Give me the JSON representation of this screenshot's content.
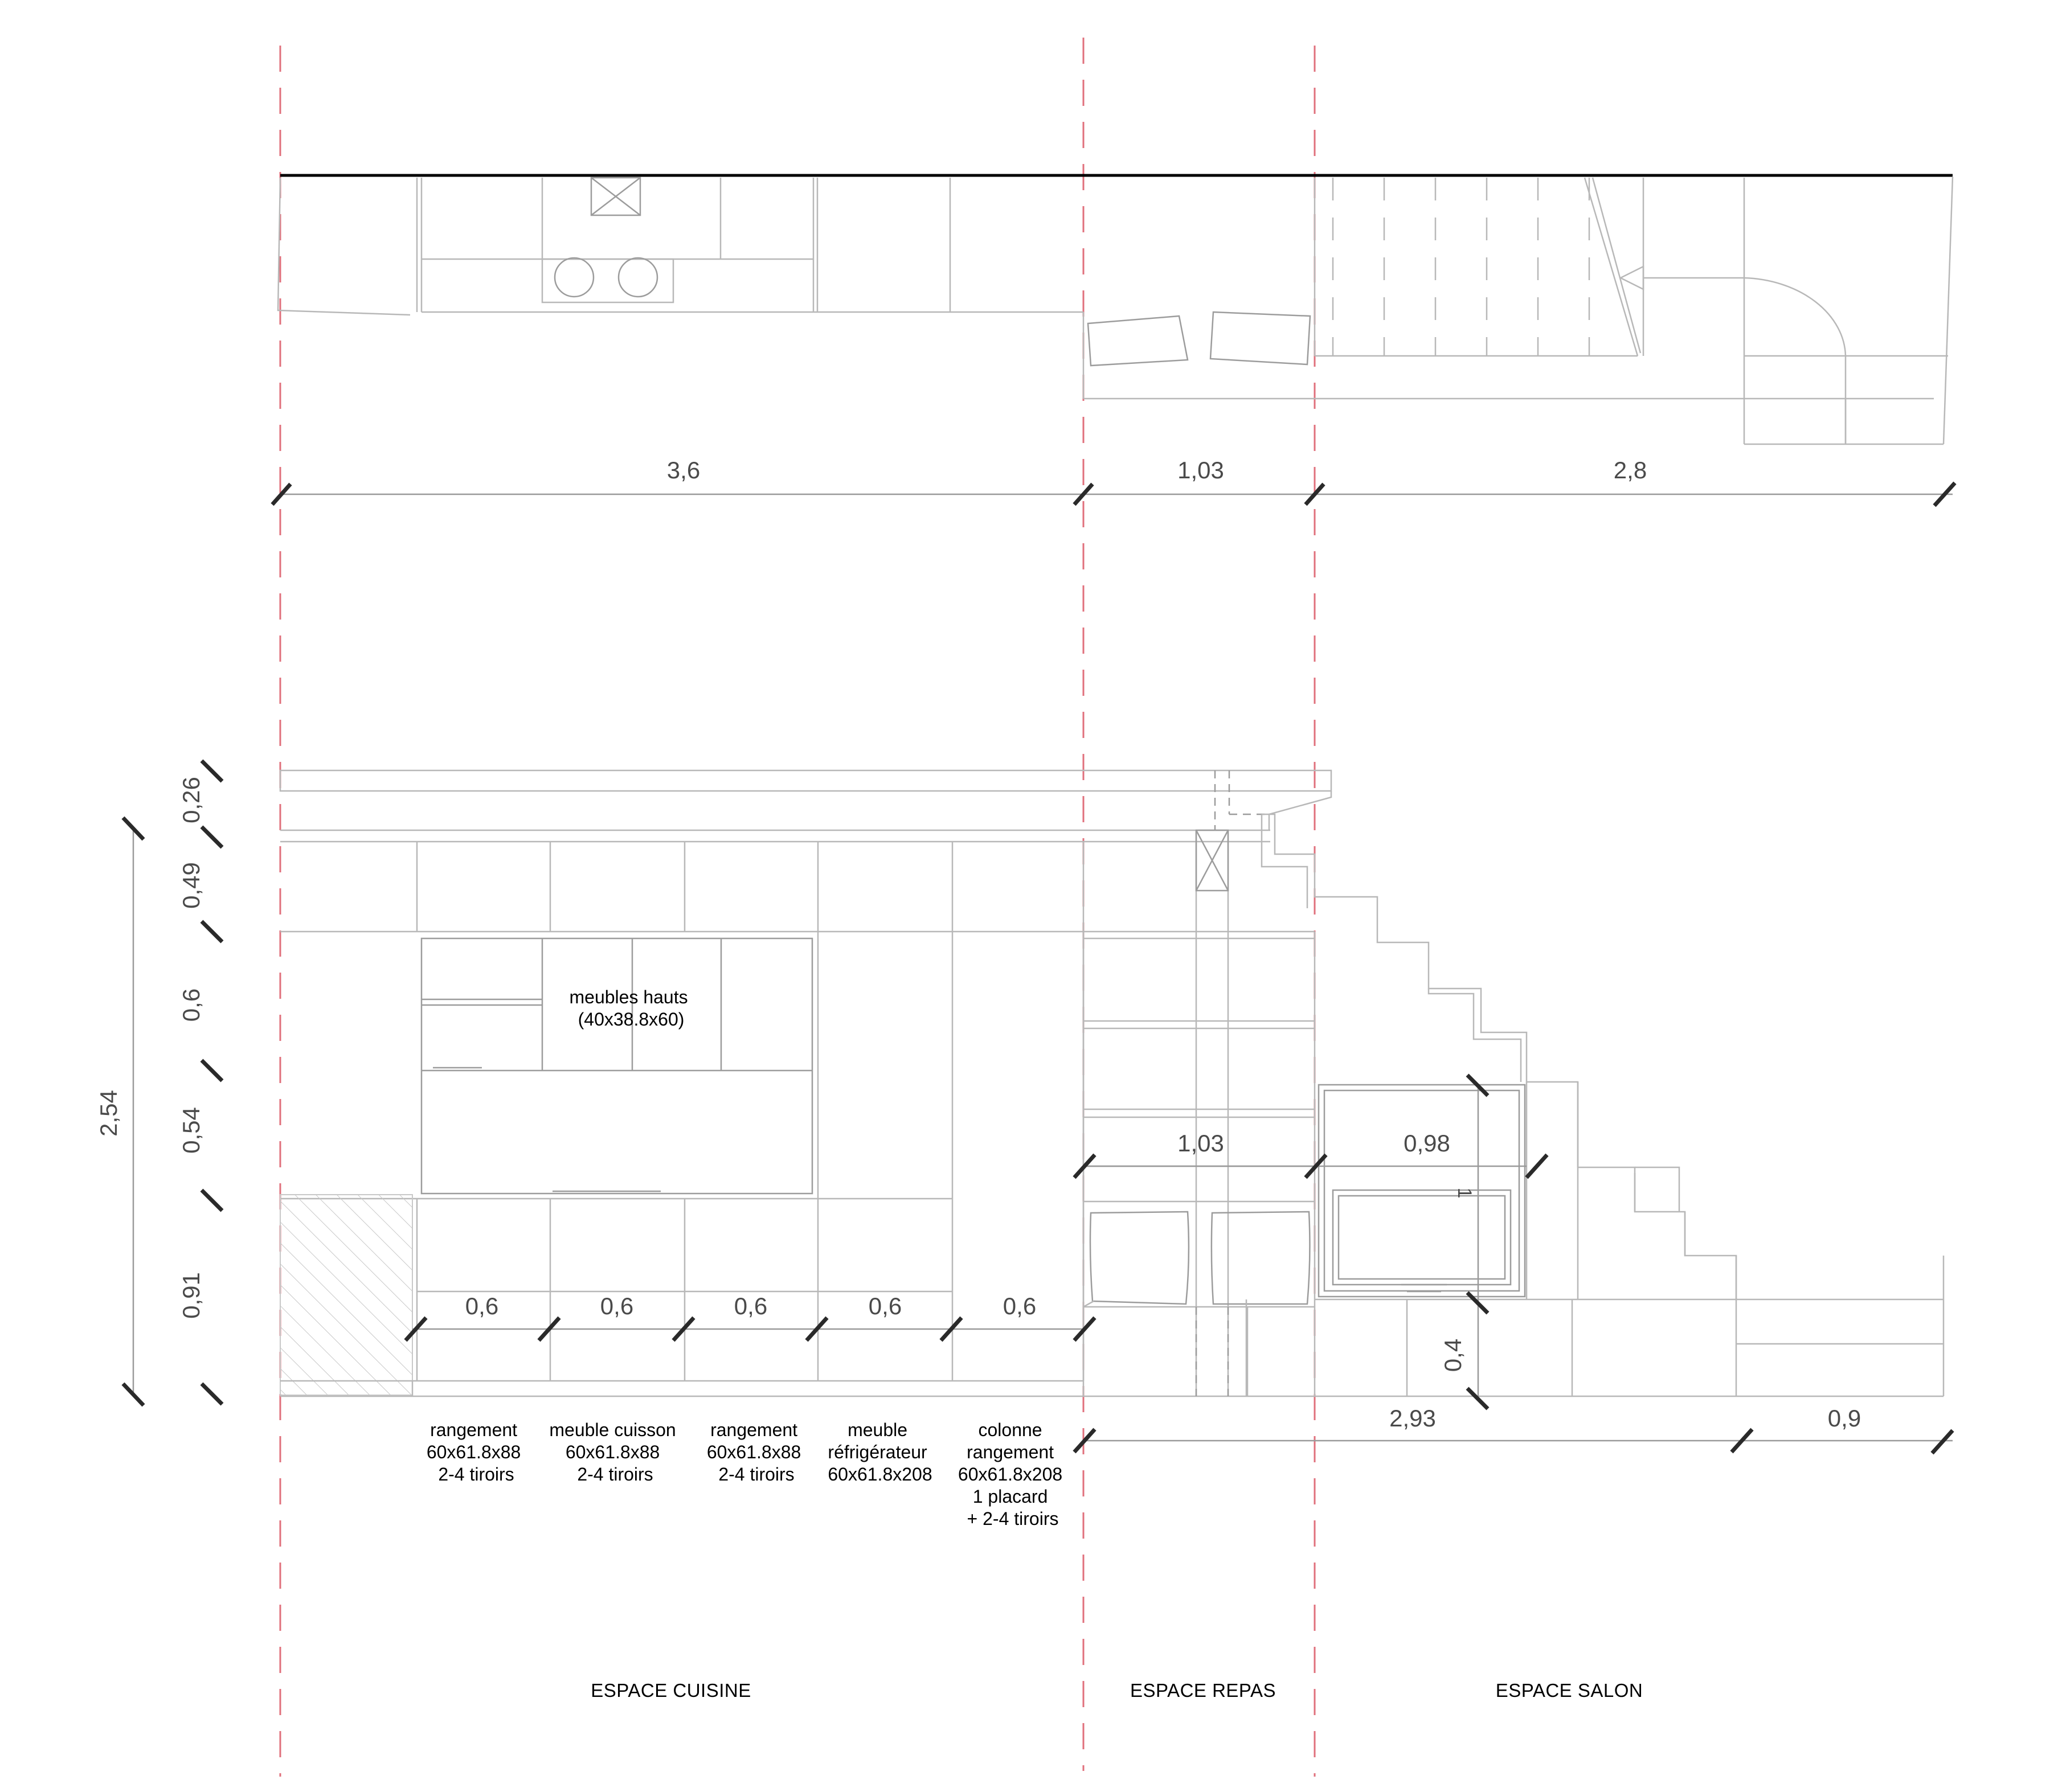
{
  "plan": {
    "dims": {
      "cuisine": "3,6",
      "repas": "1,03",
      "salon": "2,8"
    }
  },
  "elevation": {
    "vertical_dims": {
      "total": "2,54",
      "d1": "0,26",
      "d2": "0,49",
      "d3": "0,6",
      "d4": "0,54",
      "d5": "0,91"
    },
    "upper_cabinets": {
      "line1": "meubles hauts",
      "line2": "(40x38.8x60)"
    },
    "module_widths": [
      "0,6",
      "0,6",
      "0,6",
      "0,6",
      "0,6"
    ],
    "repas_width": "1,03",
    "salon_width": "0,98",
    "tv_label": "1",
    "step_height": "0,4",
    "salon_bottom_width": "2,93",
    "end_width": "0,9",
    "modules": [
      {
        "lines": [
          "rangement",
          "60x61.8x88",
          "2-4 tiroirs"
        ]
      },
      {
        "lines": [
          "meuble cuisson",
          "60x61.8x88",
          "2-4 tiroirs"
        ]
      },
      {
        "lines": [
          "rangement",
          "60x61.8x88",
          "2-4 tiroirs"
        ]
      },
      {
        "lines": [
          "meuble",
          "réfrigérateur",
          "60x61.8x208"
        ]
      },
      {
        "lines": [
          "colonne",
          "rangement",
          "60x61.8x208",
          "1 placard",
          "+ 2-4 tiroirs"
        ]
      }
    ]
  },
  "zones": {
    "cuisine": "ESPACE CUISINE",
    "repas": "ESPACE REPAS",
    "salon": "ESPACE SALON"
  }
}
